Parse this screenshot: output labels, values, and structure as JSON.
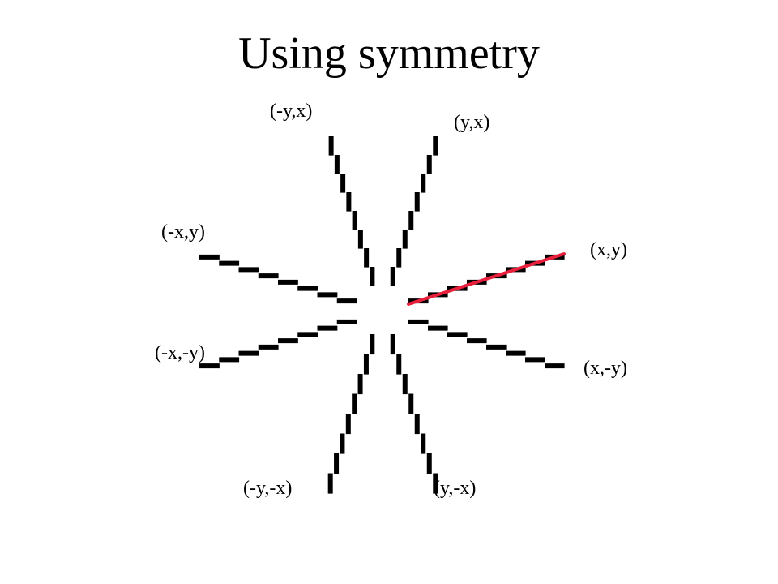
{
  "title": "Using symmetry",
  "colors": {
    "pixel": "#000000",
    "highlight": "#e8203c"
  },
  "octants": [
    {
      "label": "(x,y)",
      "highlighted": true
    },
    {
      "label": "(y,x)",
      "highlighted": false
    },
    {
      "label": "(-y,x)",
      "highlighted": false
    },
    {
      "label": "(-x,y)",
      "highlighted": false
    },
    {
      "label": "(-x,-y)",
      "highlighted": false
    },
    {
      "label": "(-y,-x)",
      "highlighted": false
    },
    {
      "label": "(y,-x)",
      "highlighted": false
    },
    {
      "label": "(x,-y)",
      "highlighted": false
    }
  ]
}
